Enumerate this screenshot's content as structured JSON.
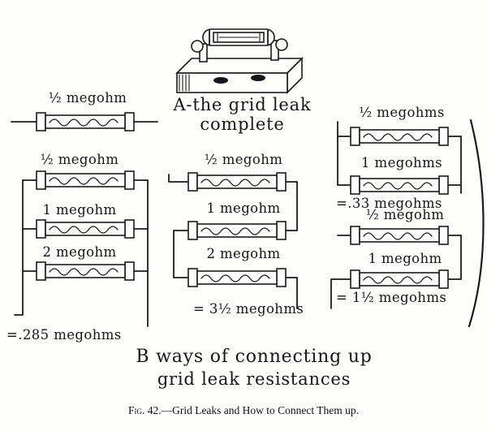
{
  "part_a": {
    "label_line1": "A-the grid leak",
    "label_line2": "complete"
  },
  "left": {
    "single_label": "½ megohm",
    "parallel": {
      "labels": [
        "½ megohm",
        "1 megohm",
        "2 megohm"
      ],
      "result": "=.285 megohms"
    }
  },
  "middle": {
    "series": {
      "labels": [
        "½ megohm",
        "1 megohm",
        "2 megohm"
      ],
      "result": "= 3½ megohms"
    }
  },
  "right": {
    "parallel": {
      "labels": [
        "½ megohms",
        "1 megohms"
      ],
      "result": "=.33 megohms"
    },
    "series": {
      "labels": [
        "½ megohm",
        "1 megohm"
      ],
      "result": "= 1½ megohms"
    }
  },
  "part_b": {
    "label_line1": "B ways of connecting up",
    "label_line2": "grid leak resistances"
  },
  "caption": {
    "prefix": "Fig. 42.",
    "rest": "—Grid Leaks and How to Connect Them up."
  }
}
